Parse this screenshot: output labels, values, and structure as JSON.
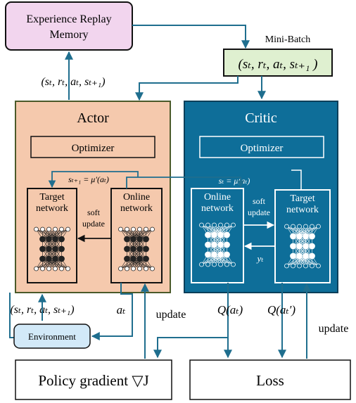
{
  "replay": {
    "line1": "Experience Replay",
    "line2": "Memory"
  },
  "minibatch": {
    "label": "Mini-Batch",
    "tuple": "(sₜ, rₜ, aₜ, sₜ₊₁ )"
  },
  "actor_tuple": "(sₜ, rₜ, aₜ, sₜ₊₁)",
  "actor": {
    "title": "Actor",
    "optimizer": "Optimizer",
    "target_eq": "sₜ₊₁ = μ′(aₜ)",
    "target": {
      "line1": "Target",
      "line2": "network"
    },
    "online": {
      "line1": "Online",
      "line2": "network"
    },
    "soft": {
      "line1": "soft",
      "line2": "update"
    }
  },
  "critic": {
    "title": "Critic",
    "optimizer": "Optimizer",
    "eq": "sₜ = μ(aₜ)",
    "online": {
      "line1": "Online",
      "line2": "network"
    },
    "target": {
      "line1": "Target",
      "line2": "network"
    },
    "soft": {
      "line1": "soft",
      "line2": "update"
    },
    "yt": "yₜ"
  },
  "env_tuple": "(sₜ, rₜ, aₜ, sₜ₊₁)",
  "at": "aₜ",
  "environment": "Environment",
  "update_left": "update",
  "update_right": "update",
  "q1": "Q(aₜ)",
  "q2": "Q(aₜ′)",
  "policy_gradient": "Policy gradient  ▽J",
  "loss": "Loss",
  "colors": {
    "arrow": "#1f6e8e",
    "replay_fill": "#f2d5ee",
    "minibatch_fill": "#dff0d0",
    "actor_fill": "#f5c9ad",
    "critic_fill": "#0e6e99",
    "env_fill": "#d2e9f8"
  }
}
